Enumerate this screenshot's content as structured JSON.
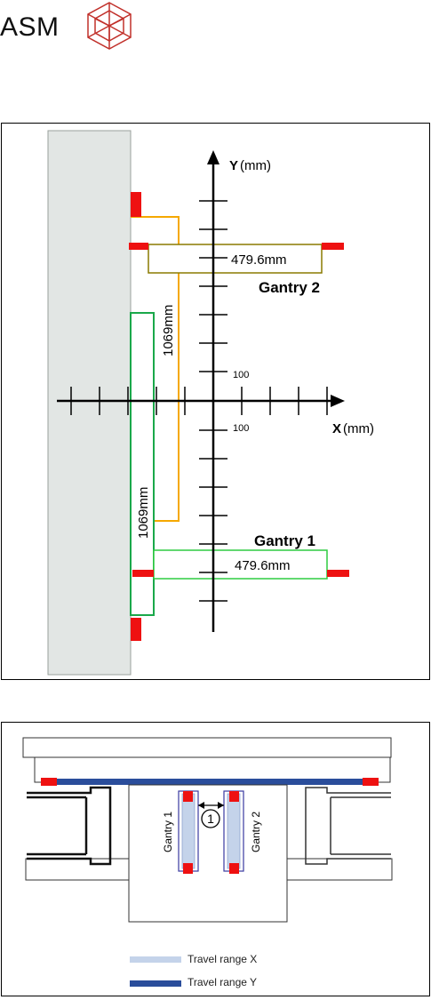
{
  "brand": {
    "name": "ASM",
    "logo_icon": "asm-crystal-logo-icon",
    "color": "#c1302a"
  },
  "axis_diagram": {
    "y_axis_label": "Y",
    "y_axis_unit": "(mm)",
    "x_axis_label": "X",
    "x_axis_unit": "(mm)",
    "y_tick_label": "100",
    "x_tick_label": "100",
    "gantry2": {
      "name": "Gantry 2",
      "width_label": "479.6mm",
      "length_label": "1069mm",
      "color": "#f5a800",
      "frame_color": "#8a7a00"
    },
    "gantry1": {
      "name": "Gantry 1",
      "width_label": "479.6mm",
      "length_label": "1069mm",
      "color": "#1aa84a",
      "frame_color": "#2ecc40"
    },
    "marker_color": "#ee1111",
    "base_color": "#e2e6e4"
  },
  "layout_diagram": {
    "gantry1_label": "Gantry 1",
    "gantry2_label": "Gantry 2",
    "distance_marker": "1",
    "legend": [
      {
        "label": "Travel range X",
        "color": "#c4d3ea"
      },
      {
        "label": "Travel range Y",
        "color": "#2a4d9b"
      }
    ]
  }
}
